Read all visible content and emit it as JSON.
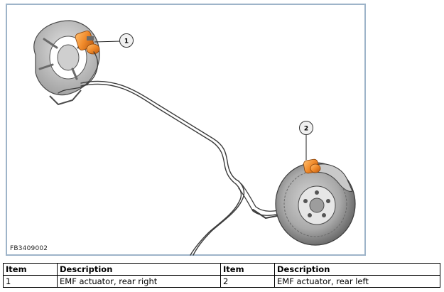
{
  "figure": {
    "code": "FB3409002",
    "callouts": [
      "1",
      "2"
    ],
    "colors": {
      "actuator": "#f08a2a",
      "frame": "#9eb4c9",
      "disc": "#8a8a8a"
    }
  },
  "table": {
    "headers": [
      "Item",
      "Description",
      "Item",
      "Description"
    ],
    "rows": [
      [
        "1",
        "EMF actuator, rear right",
        "2",
        "EMF actuator, rear left"
      ]
    ]
  }
}
